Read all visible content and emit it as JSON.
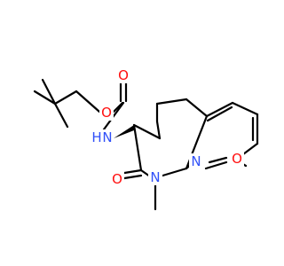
{
  "structure": {
    "atoms": {
      "carbamate_o": {
        "symbol": "O",
        "color": "#ff0d0d"
      },
      "carbonyl_o_top": {
        "symbol": "O",
        "color": "#ff0d0d"
      },
      "amide_nh": {
        "symbol": "N",
        "h": "H",
        "color": "#3050f8"
      },
      "ring_n": {
        "symbol": "N",
        "color": "#3050f8"
      },
      "pyridine_n": {
        "symbol": "N",
        "color": "#3050f8"
      },
      "methoxy_o": {
        "symbol": "O",
        "color": "#ff0d0d"
      },
      "lactam_o": {
        "symbol": "O",
        "color": "#ff0d0d"
      }
    },
    "bond_color": "#000000",
    "wedge_color": "#000000"
  }
}
